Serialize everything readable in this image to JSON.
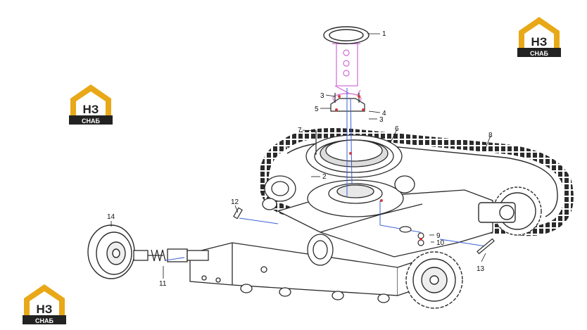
{
  "logo": {
    "mark": "НЗ",
    "caption": "СНАБ",
    "colors": {
      "gold": "#E8A817",
      "dark": "#222222"
    }
  },
  "diagram": {
    "title": "",
    "callouts": [
      "1",
      "2",
      "3",
      "3",
      "4",
      "5",
      "6",
      "7",
      "8",
      "9",
      "10",
      "11",
      "12",
      "13",
      "14"
    ]
  },
  "colors": {
    "line": "#2b2b2b",
    "highlight": "#d26ad6",
    "leader": "#3a5fd6",
    "marker": "#d23c3c"
  }
}
